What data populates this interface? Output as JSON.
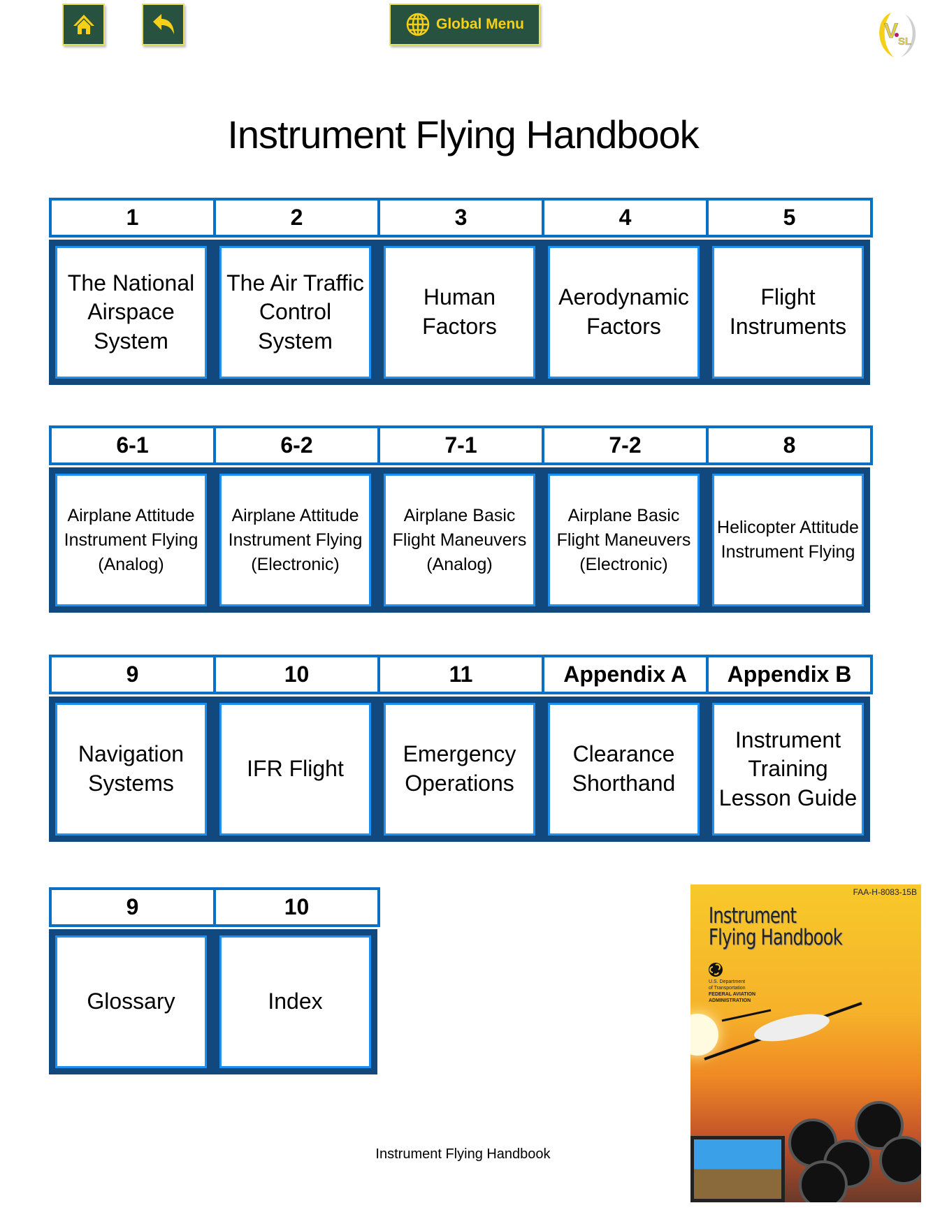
{
  "nav": {
    "home_icon": "home-icon",
    "back_icon": "back-arrow-icon",
    "global_menu_label": "Global Menu",
    "global_menu_icon": "globe-icon",
    "logo_text": "VSL"
  },
  "title": "Instrument Flying Handbook",
  "rows": [
    [
      {
        "num": "1",
        "label": "The National Airspace System"
      },
      {
        "num": "2",
        "label": "The Air Traffic Control System"
      },
      {
        "num": "3",
        "label": "Human Factors"
      },
      {
        "num": "4",
        "label": "Aerodynamic Factors"
      },
      {
        "num": "5",
        "label": "Flight Instruments"
      }
    ],
    [
      {
        "num": "6-1",
        "label": "Airplane Attitude Instrument Flying (Analog)"
      },
      {
        "num": "6-2",
        "label": "Airplane Attitude Instrument Flying (Electronic)"
      },
      {
        "num": "7-1",
        "label": "Airplane Basic Flight Maneuvers (Analog)"
      },
      {
        "num": "7-2",
        "label": "Airplane Basic Flight Maneuvers (Electronic)"
      },
      {
        "num": "8",
        "label": "Helicopter Attitude Instrument Flying"
      }
    ],
    [
      {
        "num": "9",
        "label": "Navigation Systems"
      },
      {
        "num": "10",
        "label": "IFR Flight"
      },
      {
        "num": "11",
        "label": "Emergency Operations"
      },
      {
        "num": "Appendix A",
        "label": "Clearance Shorthand"
      },
      {
        "num": "Appendix B",
        "label": "Instrument Training Lesson Guide"
      }
    ],
    [
      {
        "num": "9",
        "label": "Glossary"
      },
      {
        "num": "10",
        "label": "Index"
      }
    ]
  ],
  "cover": {
    "code": "FAA-H-8083-15B",
    "title_line1": "Instrument",
    "title_line2": "Flying Handbook",
    "dept_line1": "U.S. Department",
    "dept_line2": "of Transportation",
    "agency_line1": "FEDERAL AVIATION",
    "agency_line2": "ADMINISTRATION"
  },
  "footer": "Instrument Flying Handbook"
}
